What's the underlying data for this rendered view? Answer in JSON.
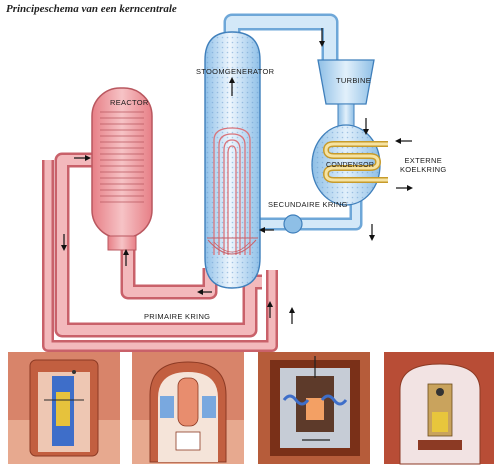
{
  "title": "Principeschema van een kerncentrale",
  "labels": {
    "reactor": "REACTOR",
    "steam_generator": "STOOMGENERATOR",
    "turbine": "TURBINE",
    "condenser": "CONDENSOR",
    "external_cooling_1": "EXTERNE",
    "external_cooling_2": "KOELKRING",
    "secondary_loop": "SECUNDAIRE KRING",
    "primary_loop": "PRIMAIRE KRING"
  },
  "colors": {
    "primary_loop": "#e98a90",
    "primary_loop_light": "#f7c9c9",
    "secondary_loop": "#9cc7ea",
    "secondary_loop_light": "#d5e9f8",
    "condenser_coil": "#f1d77a",
    "panel_orange": "#d07a55"
  },
  "icons": [
    "arrow-icon",
    "reactor-building-icon"
  ]
}
